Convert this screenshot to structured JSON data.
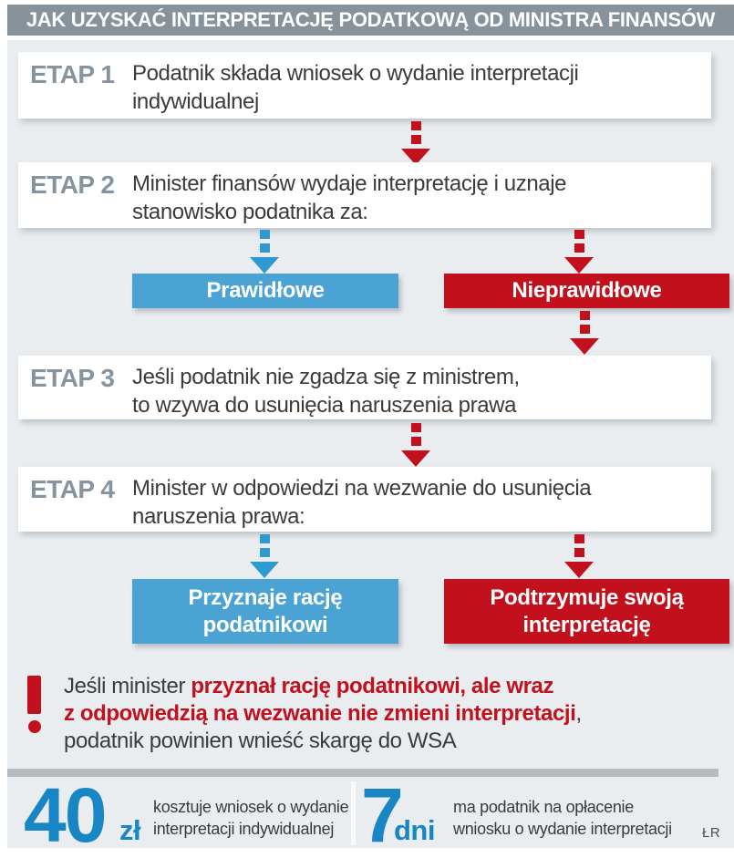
{
  "header": {
    "title": "JAK UZYSKAĆ INTERPRETACJĘ PODATKOWĄ OD MINISTRA FINANSÓW"
  },
  "steps": [
    {
      "label": "ETAP 1",
      "line1": "Podatnik składa wniosek o wydanie interpretacji",
      "line2": "indywidualnej"
    },
    {
      "label": "ETAP 2",
      "line1": "Minister finansów wydaje interpretację i uznaje",
      "line2": "stanowisko podatnika za:"
    },
    {
      "label": "ETAP 3",
      "line1": "Jeśli podatnik nie zgadza się z ministrem,",
      "line2": "to wzywa do usunięcia naruszenia prawa"
    },
    {
      "label": "ETAP 4",
      "line1": "Minister w odpowiedzi na wezwanie do usunięcia",
      "line2": "naruszenia prawa:"
    }
  ],
  "outcomes_step2": {
    "positive": {
      "line1": "Prawidłowe"
    },
    "negative": {
      "line1": "Nieprawidłowe"
    }
  },
  "outcomes_step4": {
    "positive": {
      "line1": "Przyznaje rację",
      "line2": "podatnikowi"
    },
    "negative": {
      "line1": "Podtrzymuje swoją",
      "line2": "interpretację"
    }
  },
  "warning": {
    "prefix": "Jeśli minister ",
    "bold1": "przyznał rację podatnikowi, ale wraz",
    "bold2": "z odpowiedzią na wezwanie nie zmieni interpretacji",
    "comma": ",",
    "line3": "podatnik powinien wnieść skargę do WSA"
  },
  "stats": [
    {
      "value": "40",
      "unit": "zł",
      "desc_line1": "kosztuje wniosek o wydanie",
      "desc_line2": "interpretacji indywidualnej"
    },
    {
      "value": "7",
      "unit": "dni",
      "desc_line1": "ma podatnik na opłacenie",
      "desc_line2": "wniosku o wydanie interpretacji"
    }
  ],
  "credit": "ŁR",
  "icons": {
    "arrow_red": "dashed-arrow-down-red",
    "arrow_blue": "dashed-arrow-down-blue",
    "warning": "exclamation-mark"
  },
  "colors": {
    "background": "#e9edf0",
    "header_bg": "#87929b",
    "step_label": "#8694a1",
    "body_text": "#3b3b3b",
    "accent_blue_box": "#4ba3d3",
    "accent_blue_arrow": "#2f9ad0",
    "accent_red": "#c2101d",
    "stat_blue": "#1886c5",
    "divider": "#b4bcc1"
  }
}
